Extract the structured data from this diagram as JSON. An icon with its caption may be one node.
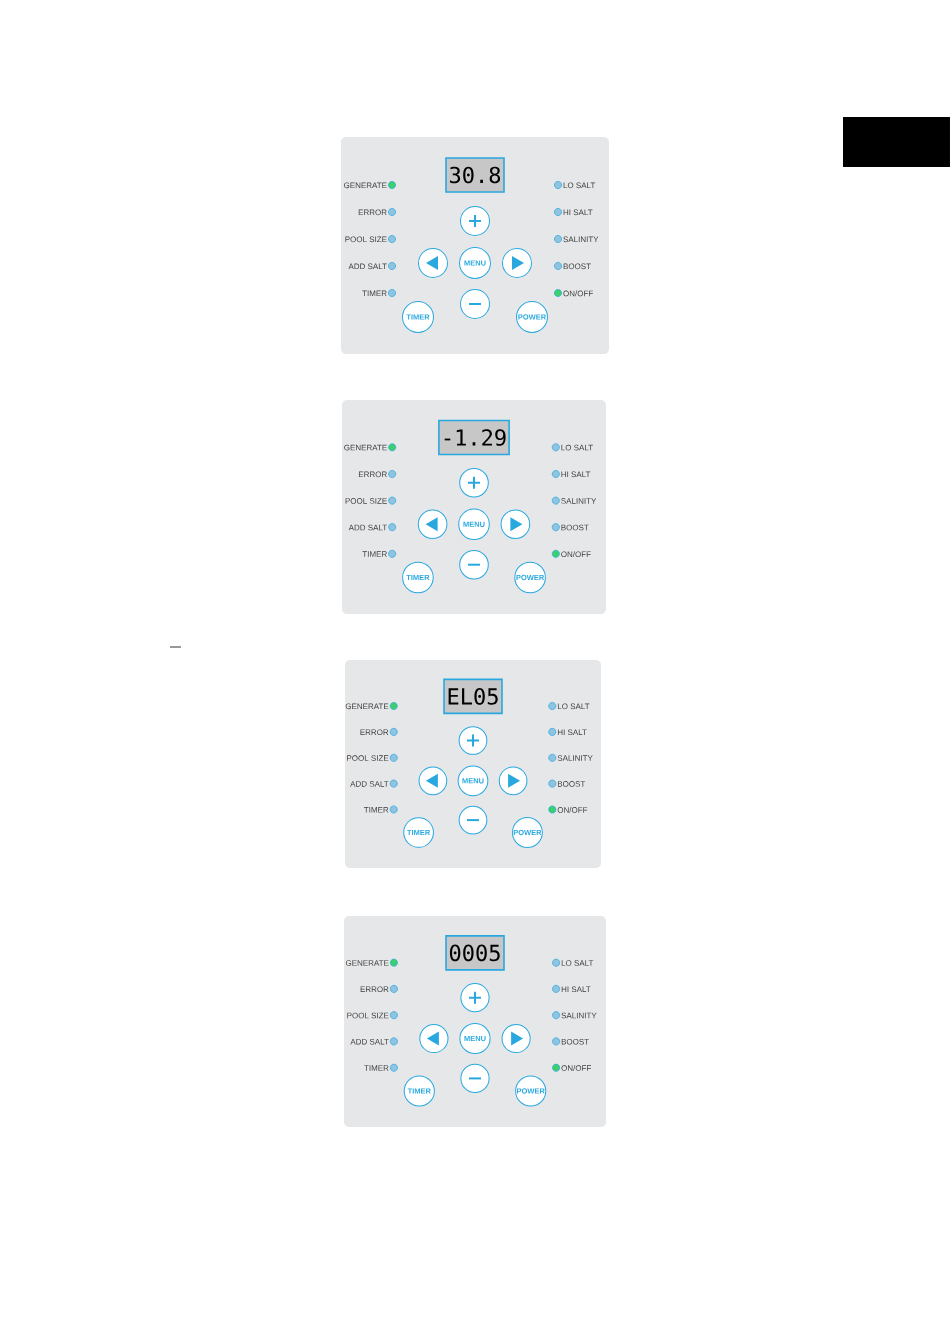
{
  "diagram": {
    "nodes": [
      {
        "text": [],
        "shape": "box"
      },
      {
        "text": [
          "30.8"
        ],
        "in": 0
      },
      {
        "text": [],
        "shape": "circle",
        "beside": [
          "GENERATE"
        ],
        "in": 0
      },
      {
        "text": [],
        "shape": "circle",
        "beside": [
          "ERROR"
        ],
        "in": 0
      },
      {
        "text": [],
        "shape": "circle",
        "beside": [
          "POOL SIZE"
        ],
        "in": 0
      },
      {
        "text": [],
        "shape": "circle",
        "beside": [
          "ADD SALT"
        ],
        "in": 0
      },
      {
        "text": [],
        "shape": "circle",
        "beside": [
          "TIMER"
        ],
        "in": 0
      },
      {
        "text": [],
        "shape": "circle",
        "beside": [
          "LO SALT"
        ],
        "in": 0
      },
      {
        "text": [],
        "shape": "circle",
        "beside": [
          "HI SALT"
        ],
        "in": 0
      },
      {
        "text": [],
        "shape": "circle",
        "beside": [
          "SALINITY"
        ],
        "in": 0
      },
      {
        "text": [],
        "shape": "circle",
        "beside": [
          "BOOST"
        ],
        "in": 0
      },
      {
        "text": [],
        "shape": "circle",
        "beside": [
          "ON/OFF"
        ],
        "in": 0
      },
      {
        "text": [],
        "shape": "circle",
        "in": 0
      },
      {
        "text": [],
        "shape": "circle",
        "in": 0
      },
      {
        "text": [
          "MENU"
        ],
        "in": 0
      },
      {
        "text": [],
        "shape": "circle",
        "in": 0
      },
      {
        "text": [],
        "shape": "circle",
        "in": 0
      },
      {
        "text": [
          "TIMER"
        ],
        "in": 0
      },
      {
        "text": [
          "POWER"
        ],
        "in": 0
      },
      {
        "text": [],
        "shape": "box"
      },
      {
        "text": [
          "-1.29"
        ],
        "in": 19
      },
      {
        "text": [],
        "shape": "circle",
        "beside": [
          "GENERATE"
        ],
        "in": 19
      },
      {
        "text": [],
        "shape": "circle",
        "beside": [
          "ERROR"
        ],
        "in": 19
      },
      {
        "text": [],
        "shape": "circle",
        "beside": [
          "POOL SIZE"
        ],
        "in": 19
      },
      {
        "text": [],
        "shape": "circle",
        "beside": [
          "ADD SALT"
        ],
        "in": 19
      },
      {
        "text": [],
        "shape": "circle",
        "beside": [
          "TIMER"
        ],
        "in": 19
      },
      {
        "text": [],
        "shape": "circle",
        "beside": [
          "LO SALT"
        ],
        "in": 19
      },
      {
        "text": [],
        "shape": "circle",
        "beside": [
          "HI SALT"
        ],
        "in": 19
      },
      {
        "text": [],
        "shape": "circle",
        "beside": [
          "SALINITY"
        ],
        "in": 19
      },
      {
        "text": [],
        "shape": "circle",
        "beside": [
          "BOOST"
        ],
        "in": 19
      },
      {
        "text": [],
        "shape": "circle",
        "beside": [
          "ON/OFF"
        ],
        "in": 19
      },
      {
        "text": [],
        "shape": "circle",
        "in": 19
      },
      {
        "text": [],
        "shape": "circle",
        "in": 19
      },
      {
        "text": [
          "MENU"
        ],
        "in": 19
      },
      {
        "text": [],
        "shape": "circle",
        "in": 19
      },
      {
        "text": [],
        "shape": "circle",
        "in": 19
      },
      {
        "text": [
          "TIMER"
        ],
        "in": 19
      },
      {
        "text": [
          "POWER"
        ],
        "in": 19
      },
      {
        "text": [],
        "shape": "box"
      },
      {
        "text": [
          "EL05"
        ],
        "in": 38
      },
      {
        "text": [],
        "shape": "circle",
        "beside": [
          "GENERATE"
        ],
        "in": 38
      },
      {
        "text": [],
        "shape": "circle",
        "beside": [
          "ERROR"
        ],
        "in": 38
      },
      {
        "text": [],
        "shape": "circle",
        "beside": [
          "POOL SIZE"
        ],
        "in": 38
      },
      {
        "text": [],
        "shape": "circle",
        "beside": [
          "ADD SALT"
        ],
        "in": 38
      },
      {
        "text": [],
        "shape": "circle",
        "beside": [
          "TIMER"
        ],
        "in": 38
      },
      {
        "text": [],
        "shape": "circle",
        "beside": [
          "LO SALT"
        ],
        "in": 38
      },
      {
        "text": [],
        "shape": "circle",
        "beside": [
          "HI SALT"
        ],
        "in": 38
      },
      {
        "text": [],
        "shape": "circle",
        "beside": [
          "SALINITY"
        ],
        "in": 38
      },
      {
        "text": [],
        "shape": "circle",
        "beside": [
          "BOOST"
        ],
        "in": 38
      },
      {
        "text": [],
        "shape": "circle",
        "beside": [
          "ON/OFF"
        ],
        "in": 38
      },
      {
        "text": [],
        "shape": "circle",
        "in": 38
      },
      {
        "text": [],
        "shape": "circle",
        "in": 38
      },
      {
        "text": [
          "MENU"
        ],
        "in": 38
      },
      {
        "text": [],
        "shape": "circle",
        "in": 38
      },
      {
        "text": [],
        "shape": "circle",
        "in": 38
      },
      {
        "text": [
          "TIMER"
        ],
        "in": 38
      },
      {
        "text": [
          "POWER"
        ],
        "in": 38
      },
      {
        "text": [],
        "shape": "box"
      },
      {
        "text": [
          "0005"
        ],
        "in": 57
      },
      {
        "text": [],
        "shape": "circle",
        "beside": [
          "GENERATE"
        ],
        "in": 57
      },
      {
        "text": [],
        "shape": "circle",
        "beside": [
          "ERROR"
        ],
        "in": 57
      },
      {
        "text": [],
        "shape": "circle",
        "beside": [
          "POOL SIZE"
        ],
        "in": 57
      },
      {
        "text": [],
        "shape": "circle",
        "beside": [
          "ADD SALT"
        ],
        "in": 57
      },
      {
        "text": [],
        "shape": "circle",
        "beside": [
          "TIMER"
        ],
        "in": 57
      },
      {
        "text": [],
        "shape": "circle",
        "beside": [
          "LO SALT"
        ],
        "in": 57
      },
      {
        "text": [],
        "shape": "circle",
        "beside": [
          "HI SALT"
        ],
        "in": 57
      },
      {
        "text": [],
        "shape": "circle",
        "beside": [
          "SALINITY"
        ],
        "in": 57
      },
      {
        "text": [],
        "shape": "circle",
        "beside": [
          "BOOST"
        ],
        "in": 57
      },
      {
        "text": [],
        "shape": "circle",
        "beside": [
          "ON/OFF"
        ],
        "in": 57
      },
      {
        "text": [],
        "shape": "circle",
        "in": 57
      },
      {
        "text": [],
        "shape": "circle",
        "in": 57
      },
      {
        "text": [
          "MENU"
        ],
        "in": 57
      },
      {
        "text": [],
        "shape": "circle",
        "in": 57
      },
      {
        "text": [],
        "shape": "circle",
        "in": 57
      },
      {
        "text": [
          "TIMER"
        ],
        "in": 57
      },
      {
        "text": [
          "POWER"
        ],
        "in": 57
      }
    ]
  }
}
